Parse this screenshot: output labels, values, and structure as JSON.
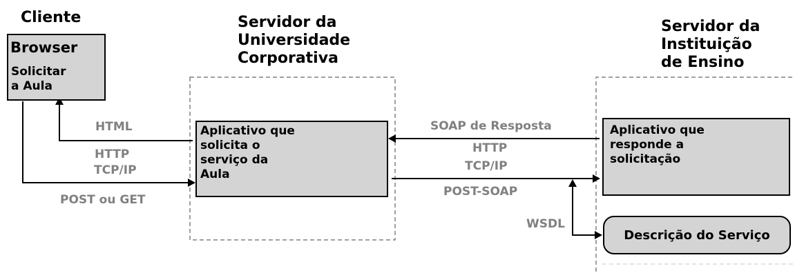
{
  "client": {
    "heading": "Cliente",
    "box_title": "Browser",
    "box_text_1": "Solicitar",
    "box_text_2": "a Aula"
  },
  "corporate_server": {
    "heading_1": "Servidor da",
    "heading_2": "Universidade",
    "heading_3": "Corporativa",
    "app_text_1": "Aplicativo que",
    "app_text_2": "solicita o",
    "app_text_3": "serviço da",
    "app_text_4": "Aula"
  },
  "institution_server": {
    "heading_1": "Servidor da",
    "heading_2": "Instituição",
    "heading_3": "de Ensino",
    "app_text_1": "Aplicativo que",
    "app_text_2": "responde a",
    "app_text_3": "solicitação",
    "service_description": "Descrição do Serviço"
  },
  "labels": {
    "html": "HTML",
    "http_left": "HTTP",
    "tcpip_left": "TCP/IP",
    "post_get": "POST ou  GET",
    "soap_response": "SOAP de Resposta",
    "http_right": "HTTP",
    "tcpip_right": "TCP/IP",
    "post_soap": "POST-SOAP",
    "wsdl": "WSDL"
  },
  "colors": {
    "box_fill": "#d4d4d4",
    "component_fill": "#7f7f7f",
    "label_gray": "#808080",
    "dashed_border": "#808080"
  }
}
